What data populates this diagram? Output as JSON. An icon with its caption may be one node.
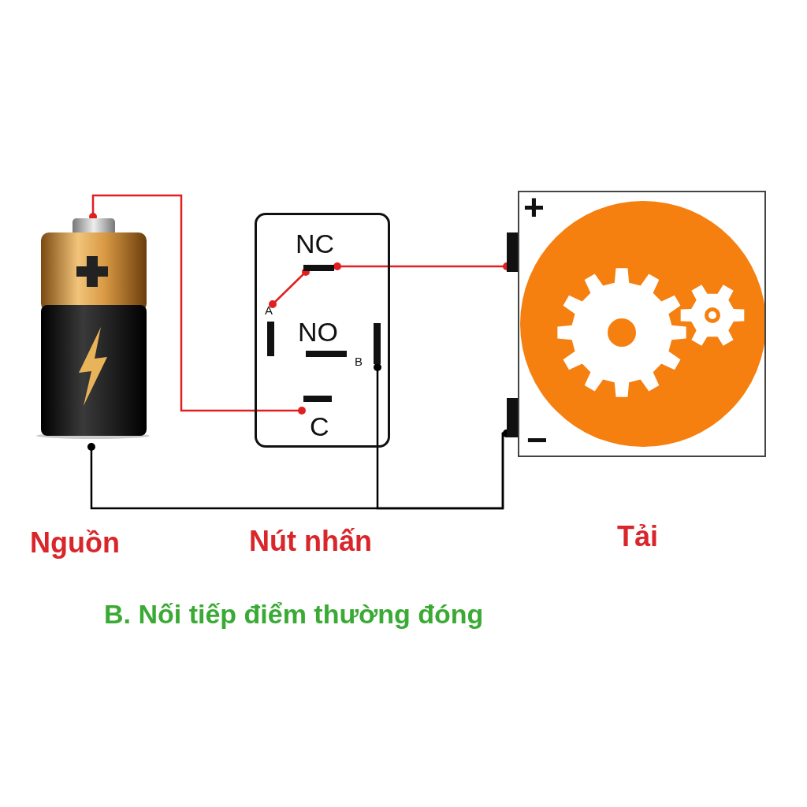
{
  "diagram": {
    "caption": "B. Nối tiếp điểm thường đóng",
    "nodes": [
      {
        "text": [],
        "shape": "picture",
        "beside": [
          "Nguồn"
        ]
      },
      {
        "text": [],
        "shape": "box",
        "beside": [
          "Nút nhấn"
        ]
      },
      {
        "text": [
          "NC"
        ],
        "in": 1
      },
      {
        "text": [
          "A"
        ],
        "in": 1
      },
      {
        "text": [
          "NO"
        ],
        "in": 1
      },
      {
        "text": [
          "B"
        ],
        "in": 1
      },
      {
        "text": [
          "C"
        ],
        "in": 1
      },
      {
        "text": [],
        "shape": "box",
        "beside": [
          "Tải"
        ]
      },
      {
        "text": [],
        "shape": "bar"
      },
      {
        "text": [],
        "shape": "bar"
      }
    ],
    "edges": [
      {
        "from": 0,
        "to": 6,
        "arrow": "other"
      },
      {
        "from": 3,
        "to": 2,
        "arrow": "other"
      },
      {
        "from": 2,
        "to": 8,
        "arrow": "other"
      },
      {
        "from": 0,
        "to": 9,
        "arrow": "other",
        "color": "#000000"
      },
      {
        "from": 5,
        "to": 9,
        "arrow": "other",
        "color": "#000000"
      }
    ],
    "labels": [
      "+",
      "−"
    ]
  }
}
